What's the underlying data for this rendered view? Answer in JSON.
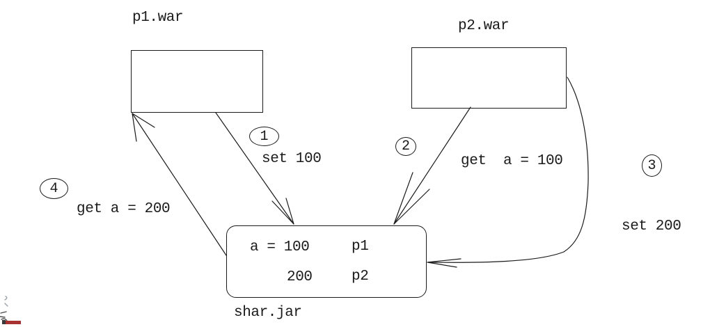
{
  "diagram": {
    "nodes": {
      "p1": {
        "title": "p1.war"
      },
      "p2": {
        "title": "p2.war"
      }
    },
    "shared": {
      "caption": "shar.jar",
      "rows": [
        {
          "value": "a = 100",
          "owner": "p1"
        },
        {
          "value": "200",
          "owner": "p2"
        }
      ]
    },
    "steps": [
      {
        "num": "1",
        "label": "set 100"
      },
      {
        "num": "2",
        "label": "get  a = 100"
      },
      {
        "num": "3",
        "label": "set 200"
      },
      {
        "num": "4",
        "label": "get a = 200"
      }
    ],
    "colors": {
      "ink": "#1a1a1a",
      "background": "#ffffff",
      "edge_artifact_red": "#a83232",
      "edge_artifact_gray": "#9aa0a8"
    }
  }
}
